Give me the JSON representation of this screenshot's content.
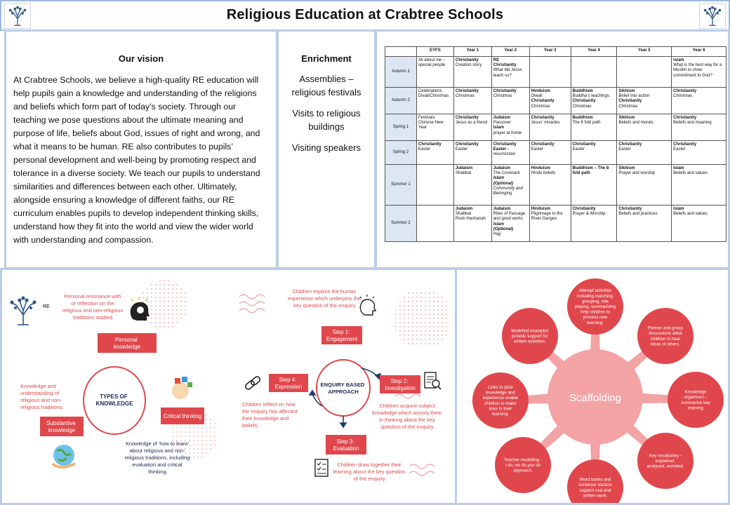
{
  "header": {
    "title": "Religious Education at Crabtree Schools"
  },
  "vision": {
    "heading": "Our vision",
    "text": "At Crabtree Schools, we believe a high-quality RE education will help pupils gain a knowledge and understanding of the religions and beliefs which form part of today’s society. Through our teaching we pose questions about the ultimate meaning and purpose of life, beliefs about God, issues of right and wrong, and what it means to be human.  RE also contributes to pupils’ personal development and well-being by promoting respect and tolerance in a diverse society.  We teach our pupils to understand similarities and differences between each other.  Ultimately, alongside ensuring a knowledge of different faiths, our RE curriculum enables pupils to develop independent thinking skills, understand how they fit into the world and view the wider world with understanding and compassion."
  },
  "enrichment": {
    "heading": "Enrichment",
    "items": [
      "Assemblies – religious festivals",
      "Visits to religious buildings",
      "Visiting speakers"
    ]
  },
  "curriculum": {
    "headers": [
      "",
      "EYFS",
      "Year 1",
      "Year 2",
      "Year 3",
      "Year 4",
      "Year 5",
      "Year 6"
    ],
    "rows": [
      {
        "term": "Autumn 1",
        "cells": [
          [
            [
              "l",
              "All about me – special people"
            ]
          ],
          [
            [
              "b",
              "Christianity"
            ],
            [
              "l",
              "Creation story"
            ]
          ],
          [
            [
              "b",
              "RE"
            ],
            [
              "b",
              "Christianity"
            ],
            [
              "l",
              "What did Jesus teach us?"
            ]
          ],
          [],
          [],
          [],
          [
            [
              "b",
              "Islam"
            ],
            [
              "l",
              "What is the best way for a Muslim to show commitment to God?"
            ]
          ]
        ]
      },
      {
        "term": "Autumn 2",
        "cells": [
          [
            [
              "l",
              "Celebrations"
            ],
            [
              "l",
              "Divali/Christmas"
            ]
          ],
          [
            [
              "b",
              "Christianity"
            ],
            [
              "l",
              "Christmas"
            ]
          ],
          [
            [
              "b",
              "Christianity"
            ],
            [
              "l",
              "Christmas"
            ]
          ],
          [
            [
              "b",
              "Hinduism"
            ],
            [
              "l",
              "Diwali"
            ],
            [
              "b",
              "Christianity"
            ],
            [
              "l",
              "Christmas"
            ]
          ],
          [
            [
              "b",
              "Buddhism"
            ],
            [
              "l",
              "Buddha’s teachings."
            ],
            [
              "b",
              "Christianity"
            ],
            [
              "l",
              "Christmas"
            ]
          ],
          [
            [
              "b",
              "Sikhism"
            ],
            [
              "l",
              "Belief into action"
            ],
            [
              "b",
              "Christianity"
            ],
            [
              "l",
              "Christmas"
            ]
          ],
          [
            [
              "b",
              "Christianity"
            ],
            [
              "l",
              "Christmas"
            ]
          ]
        ]
      },
      {
        "term": "Spring 1",
        "cells": [
          [
            [
              "l",
              "Festivals"
            ],
            [
              "l",
              "Chinese New Year"
            ]
          ],
          [
            [
              "b",
              "Christianity"
            ],
            [
              "l",
              "Jesus as a friend"
            ]
          ],
          [
            [
              "b",
              "Judaism"
            ],
            [
              "l",
              "Passover"
            ],
            [
              "b",
              "Islam"
            ],
            [
              "l",
              "prayer at home"
            ]
          ],
          [
            [
              "b",
              "Christianity"
            ],
            [
              "l",
              "Jesus’ miracles"
            ]
          ],
          [
            [
              "b",
              "Buddhism"
            ],
            [
              "l",
              "The 8 fold path"
            ]
          ],
          [
            [
              "b",
              "Sikhism"
            ],
            [
              "l",
              "Beliefs and morals"
            ]
          ],
          [
            [
              "b",
              "Christianity"
            ],
            [
              "l",
              "Beliefs and meaning"
            ]
          ]
        ]
      },
      {
        "term": "Spring 2",
        "cells": [
          [
            [
              "b",
              "Christianity"
            ],
            [
              "l",
              "Easter"
            ]
          ],
          [
            [
              "b",
              "Christianity"
            ],
            [
              "l",
              "Easter"
            ]
          ],
          [
            [
              "b",
              "Christianity"
            ],
            [
              "b",
              "Easter -"
            ],
            [
              "l",
              "resurrection"
            ]
          ],
          [
            [
              "b",
              "Christianity"
            ],
            [
              "l",
              "Easter"
            ]
          ],
          [
            [
              "b",
              "Christianity"
            ],
            [
              "l",
              "Easter"
            ]
          ],
          [
            [
              "b",
              "Christianity"
            ],
            [
              "l",
              "Easter"
            ]
          ],
          [
            [
              "b",
              "Christianity"
            ],
            [
              "l",
              "Easter"
            ]
          ]
        ]
      },
      {
        "term": "Summer 1",
        "cells": [
          [],
          [
            [
              "b",
              "Judaism"
            ],
            [
              "l",
              "Shabbat"
            ]
          ],
          [
            [
              "b",
              "Judaism"
            ],
            [
              "l",
              "The Covenant"
            ],
            [
              "bi",
              "Islam"
            ],
            [
              "bi",
              "(Optional)"
            ],
            [
              "it",
              "Community and Belonging"
            ]
          ],
          [
            [
              "b",
              "Hinduism"
            ],
            [
              "l",
              "Hindu beliefs"
            ]
          ],
          [
            [
              "b",
              "Buddhism – The 8 fold path"
            ]
          ],
          [
            [
              "b",
              "Sikhism"
            ],
            [
              "l",
              "Prayer and worship"
            ]
          ],
          [
            [
              "b",
              "Islam"
            ],
            [
              "l",
              "Beliefs and values"
            ]
          ]
        ]
      },
      {
        "term": "Summer 2",
        "cells": [
          [],
          [
            [
              "b",
              "Judaism"
            ],
            [
              "l",
              "Shabbat"
            ],
            [
              "l",
              "Rosh Hashanah"
            ]
          ],
          [
            [
              "b",
              "Judaism"
            ],
            [
              "l",
              "Rites of Passage and good works"
            ],
            [
              "bi",
              "Islam"
            ],
            [
              "bi",
              "(Optional)"
            ],
            [
              "it",
              "Hajj"
            ]
          ],
          [
            [
              "b",
              "Hinduism"
            ],
            [
              "l",
              "Pilgrimage to the River Ganges"
            ]
          ],
          [
            [
              "b",
              "Christianity"
            ],
            [
              "l",
              "Prayer & Worship"
            ]
          ],
          [
            [
              "b",
              "Christianity"
            ],
            [
              "l",
              "Beliefs and practices"
            ]
          ],
          [
            [
              "b",
              "Islam"
            ],
            [
              "l",
              "Beliefs and values"
            ]
          ]
        ]
      }
    ]
  },
  "knowledge": {
    "re_label": "RE",
    "circle_title": [
      "TYPES OF",
      "KNOWLEDGE"
    ],
    "personal_label": [
      "Personal",
      "knowledge"
    ],
    "personal_desc": [
      "Personal resonance with",
      "or reflection on the",
      "religious and non-religious",
      "traditions studied."
    ],
    "substantive_label": [
      "Substantive",
      "knowledge"
    ],
    "substantive_desc": [
      "Knowledge and",
      "understanding of",
      "religious and non-",
      "religious traditions."
    ],
    "critical_label": "Critical thinking",
    "critical_desc": [
      "Knowledge of 'how to learn'",
      "about religious and non-",
      "religious traditions, including",
      "evaluation and critical",
      "thinking."
    ]
  },
  "enquiry": {
    "circle_title": [
      "ENQUIRY BASED",
      "APPROACH"
    ],
    "steps": [
      {
        "label": [
          "Step 1:",
          "Engagement"
        ],
        "desc": [
          "Children explore the human",
          "experience which underpins the",
          "key question of the enquiry."
        ]
      },
      {
        "label": [
          "Step 2:",
          "Investigation"
        ],
        "desc": [
          "Children acquire subject",
          "knowledge which assists them",
          "in thinking about the key",
          "question of the enquiry."
        ]
      },
      {
        "label": [
          "Step 3:",
          "Evaluation"
        ],
        "desc": [
          "Children draw together their",
          "learning about the key question",
          "of the enquiry."
        ]
      },
      {
        "label": [
          "Step 4:",
          "Expression"
        ],
        "desc": [
          "Children reflect on how",
          "the enquiry has affected",
          "their knowledge and",
          "beliefs."
        ]
      }
    ]
  },
  "scaffolding": {
    "center": "Scaffolding",
    "nodes": [
      [
        "Attempt activities",
        "including matching,",
        "grouping, role",
        "playing, summarising",
        "help children to",
        "process new",
        "learning."
      ],
      [
        "Partner and group",
        "discussions allow",
        "children to hear",
        "ideas of others."
      ],
      [
        "Knowledge",
        "organisers -",
        "summarise key",
        "learning"
      ],
      [
        "Key vocabulary -",
        "explained,",
        "analysed, revisited."
      ],
      [
        "Word banks and",
        "sentence starters",
        "support oral and",
        "written work."
      ],
      [
        "Teacher modelling -",
        "I do, we do,you do",
        "approach."
      ],
      [
        "Links to prior",
        "knowledge and",
        "experience enable",
        "children to make",
        "links in their",
        "learning."
      ],
      [
        "Modelled examples",
        "provide support for",
        "written activities."
      ]
    ]
  },
  "colors": {
    "accent_red": "#e0474c",
    "light_red": "#f4a3a5",
    "frame_blue": "#b9cde6",
    "term_blue": "#dde7f3"
  },
  "icons": [
    "school-tree-logo",
    "lightbulb-head-icon",
    "puzzle-head-icon",
    "globe-hands-icon",
    "head-idea-icon",
    "chain-link-icon",
    "document-search-icon",
    "checklist-icon"
  ]
}
